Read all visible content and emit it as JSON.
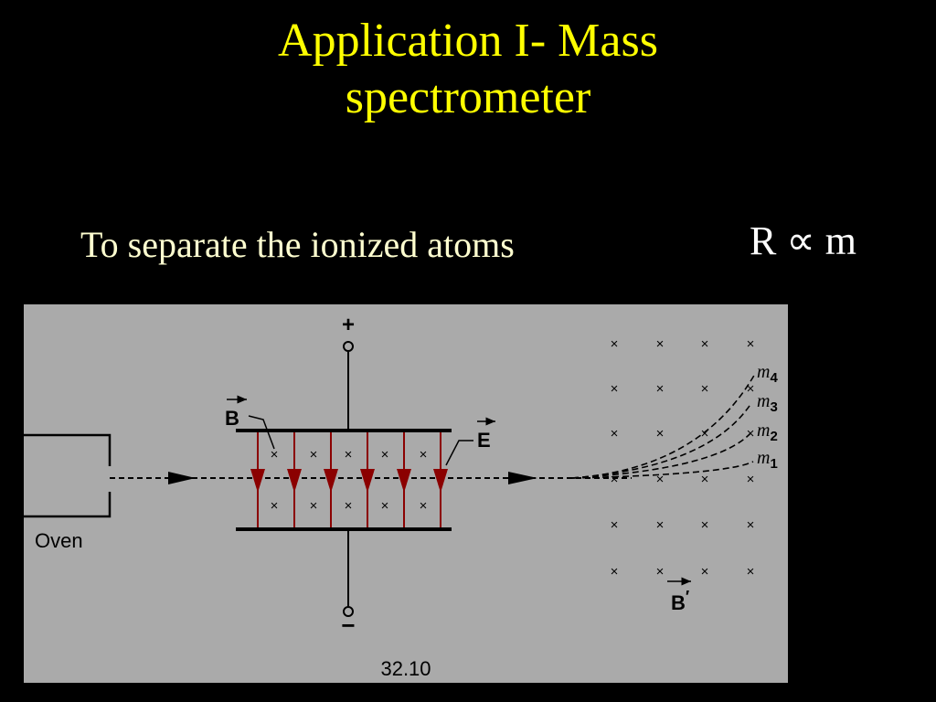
{
  "slide": {
    "title_line1": "Application I- Mass",
    "title_line2": "spectrometer",
    "subtitle": "To separate the ionized atoms",
    "formula": "R ∝ m"
  },
  "diagram": {
    "plus_label": "+",
    "minus_label": "−",
    "oven_label": "Oven",
    "b_label": "B",
    "e_label": "E",
    "b_prime_label": "B",
    "b_prime_mark": "′",
    "figure_number": "32.10",
    "mass_labels": [
      {
        "m": "m",
        "sub": "4"
      },
      {
        "m": "m",
        "sub": "3"
      },
      {
        "m": "m",
        "sub": "2"
      },
      {
        "m": "m",
        "sub": "1"
      }
    ],
    "cross_symbol": "×",
    "colors": {
      "background": "#aaaaaa",
      "field_arrow": "#8b0000",
      "title": "#ffff00"
    }
  }
}
